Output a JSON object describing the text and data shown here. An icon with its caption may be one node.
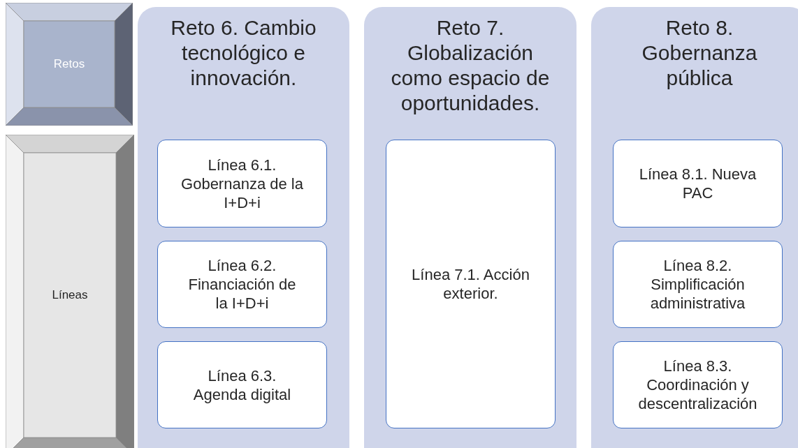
{
  "diagram": {
    "nodes": [
      {
        "text": [
          "Retos"
        ]
      },
      {
        "text": [
          "Líneas"
        ]
      },
      {
        "text": [
          "Reto 6. Cambio tecnológico e innovación."
        ]
      },
      {
        "text": [
          "Línea 6.1. Gobernanza de la I+D+i"
        ],
        "in": 2
      },
      {
        "text": [
          "Línea 6.2. Financiación de la I+D+i"
        ],
        "in": 2
      },
      {
        "text": [
          "Línea 6.3. Agenda digital"
        ],
        "in": 2
      },
      {
        "text": [
          "Reto 7. Globalización como espacio de oportunidades."
        ]
      },
      {
        "text": [
          "Línea 7.1. Acción exterior."
        ],
        "in": 6
      },
      {
        "text": [
          "Reto 8. Gobernanza pública"
        ]
      },
      {
        "text": [
          "Línea 8.1. Nueva PAC"
        ],
        "in": 8
      },
      {
        "text": [
          "Línea 8.2. Simplificación administrativa"
        ],
        "in": 8
      },
      {
        "text": [
          "Línea 8.3. Coordinación y descentralización"
        ],
        "in": 8
      }
    ]
  }
}
